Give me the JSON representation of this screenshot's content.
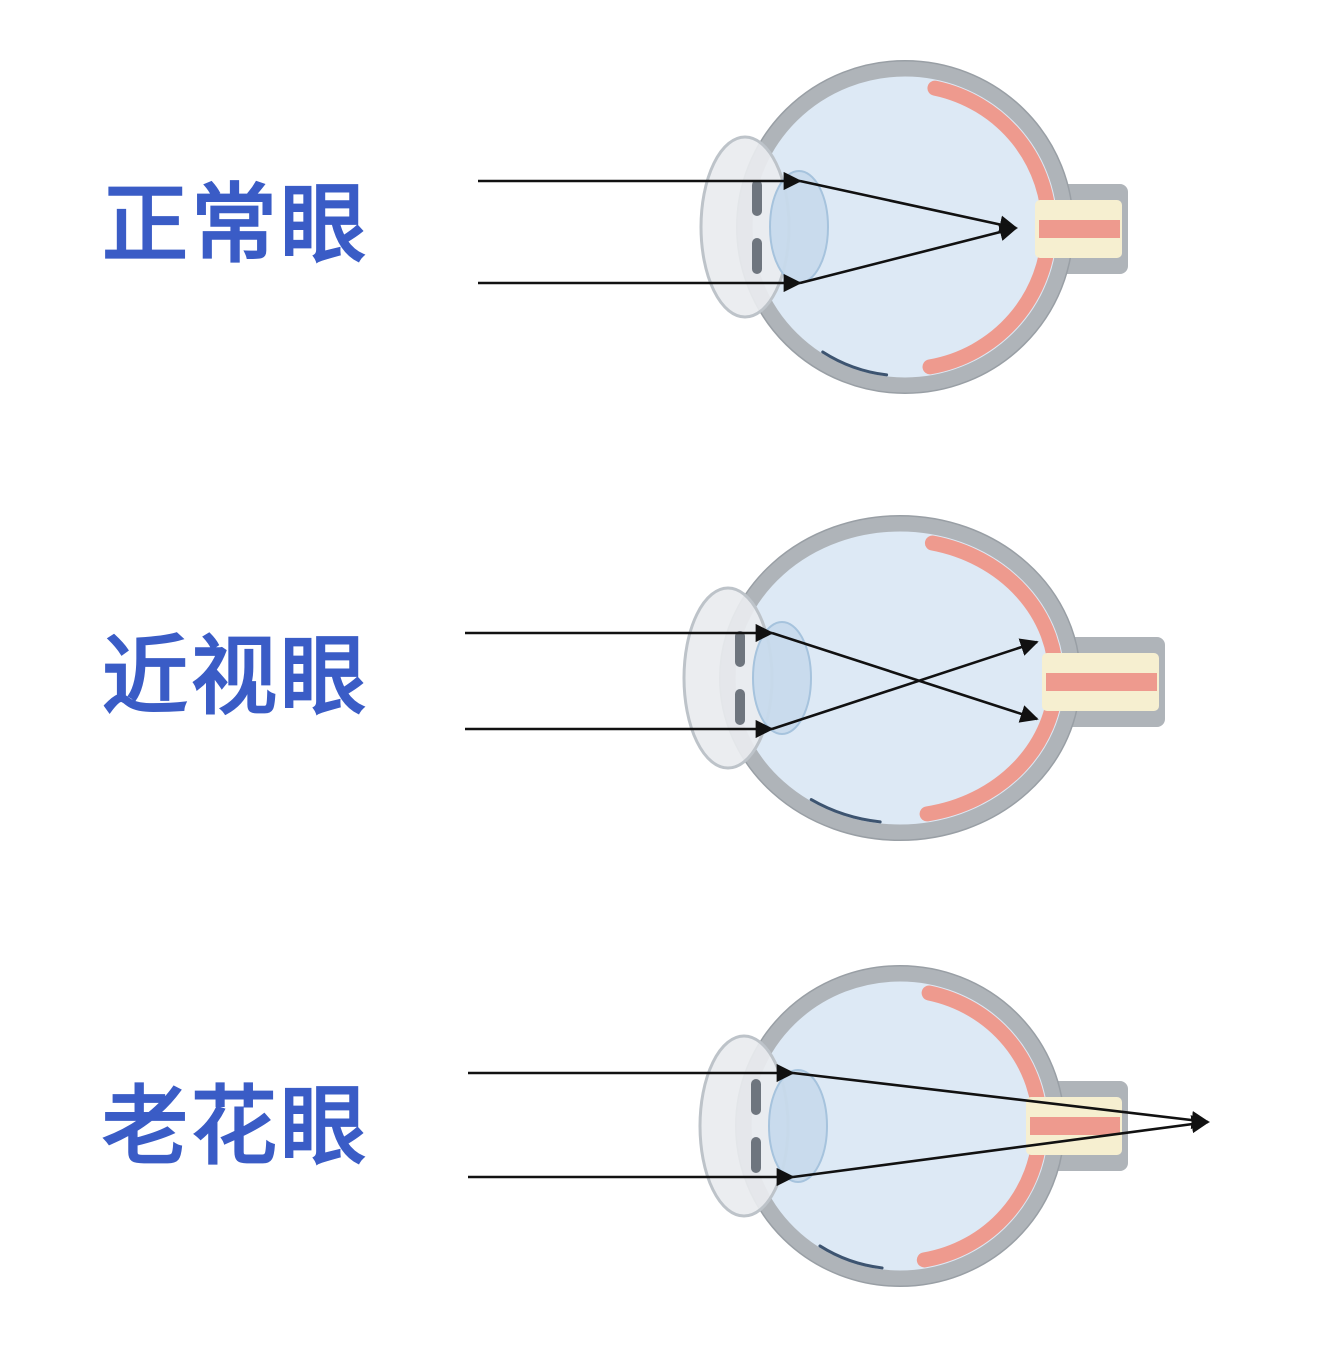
{
  "rows": [
    {
      "id": "normal",
      "label": "正常眼"
    },
    {
      "id": "myopia",
      "label": "近视眼"
    },
    {
      "id": "presbyopia",
      "label": "老花眼"
    }
  ],
  "colors": {
    "label_blue": "#3a5cc6",
    "sclera_gray": "#afb4b9",
    "sclera_edge": "#999fa5",
    "eye_interior": "#dde9f5",
    "retina_pink": "#ee9a8e",
    "retina_dark": "#3d5470",
    "nerve_cream": "#f6efd0",
    "lens_blue": "#c7daec",
    "lens_edge": "#a6c3dd",
    "cornea_gray": "#e9ecef",
    "cornea_edge": "#bdc3c9",
    "iris_gray": "#6e757e",
    "ray_black": "#111111",
    "background": "#ffffff"
  }
}
